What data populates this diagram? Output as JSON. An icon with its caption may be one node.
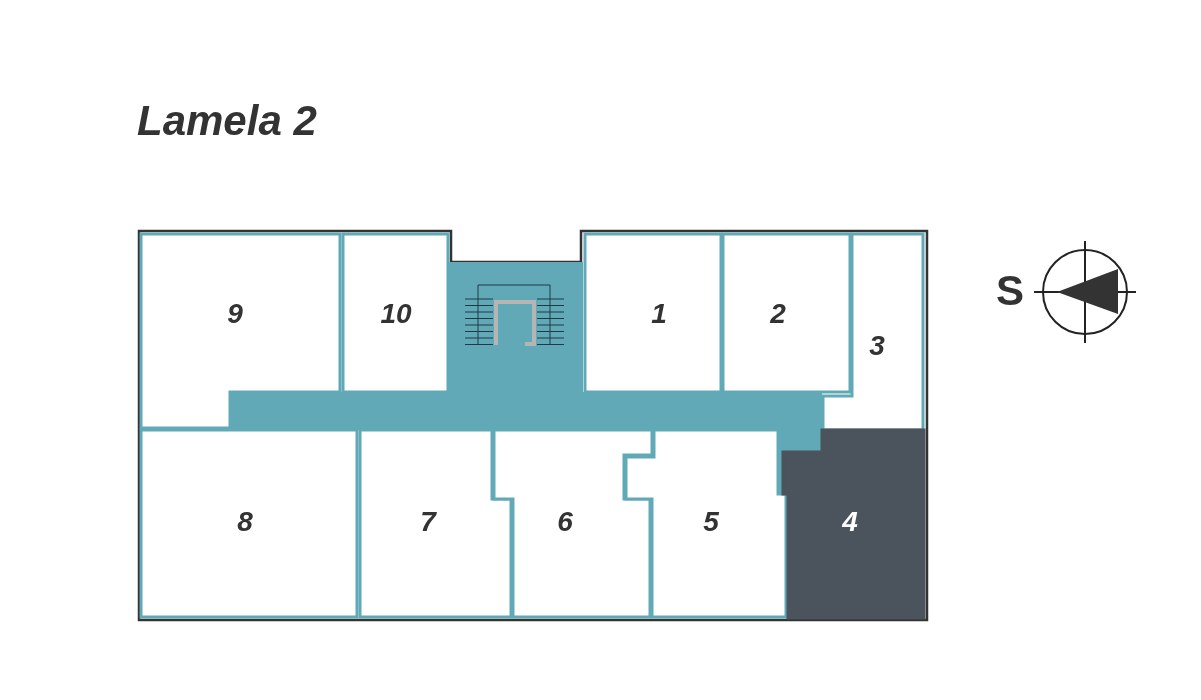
{
  "diagram": {
    "title": "Lamela 2",
    "nodes": [
      {
        "text": [
          "9"
        ]
      },
      {
        "text": [
          "10"
        ]
      },
      {
        "text": [
          "1"
        ]
      },
      {
        "text": [
          "2"
        ]
      },
      {
        "text": [
          "3"
        ]
      },
      {
        "text": [
          "8"
        ]
      },
      {
        "text": [
          "7"
        ]
      },
      {
        "text": [
          "6"
        ]
      },
      {
        "text": [
          "5"
        ]
      },
      {
        "text": [
          "4"
        ]
      }
    ],
    "edges": [],
    "labels": [
      "S"
    ]
  }
}
